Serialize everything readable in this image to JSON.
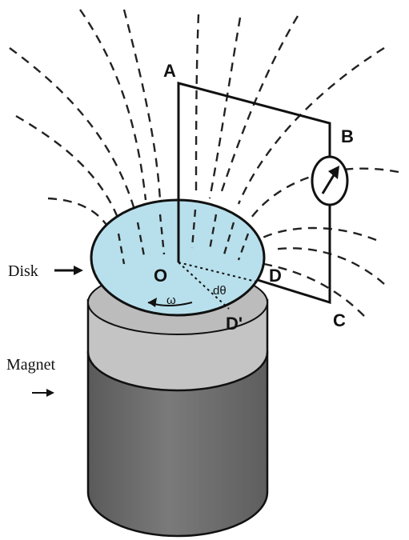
{
  "labels": {
    "A": "A",
    "B": "B",
    "C": "C",
    "D": "D",
    "D_prime": "D'",
    "O": "O",
    "d_theta": "dθ",
    "omega": "ω",
    "disk": "Disk",
    "magnet": "Magnet"
  },
  "colors": {
    "disk_fill": "#b8e0ec",
    "magnet_top": "#c4c4c4",
    "magnet_body": "#6e6e6e",
    "wire": "#111111"
  },
  "icons": {
    "galvanometer": "galvanometer-icon"
  }
}
